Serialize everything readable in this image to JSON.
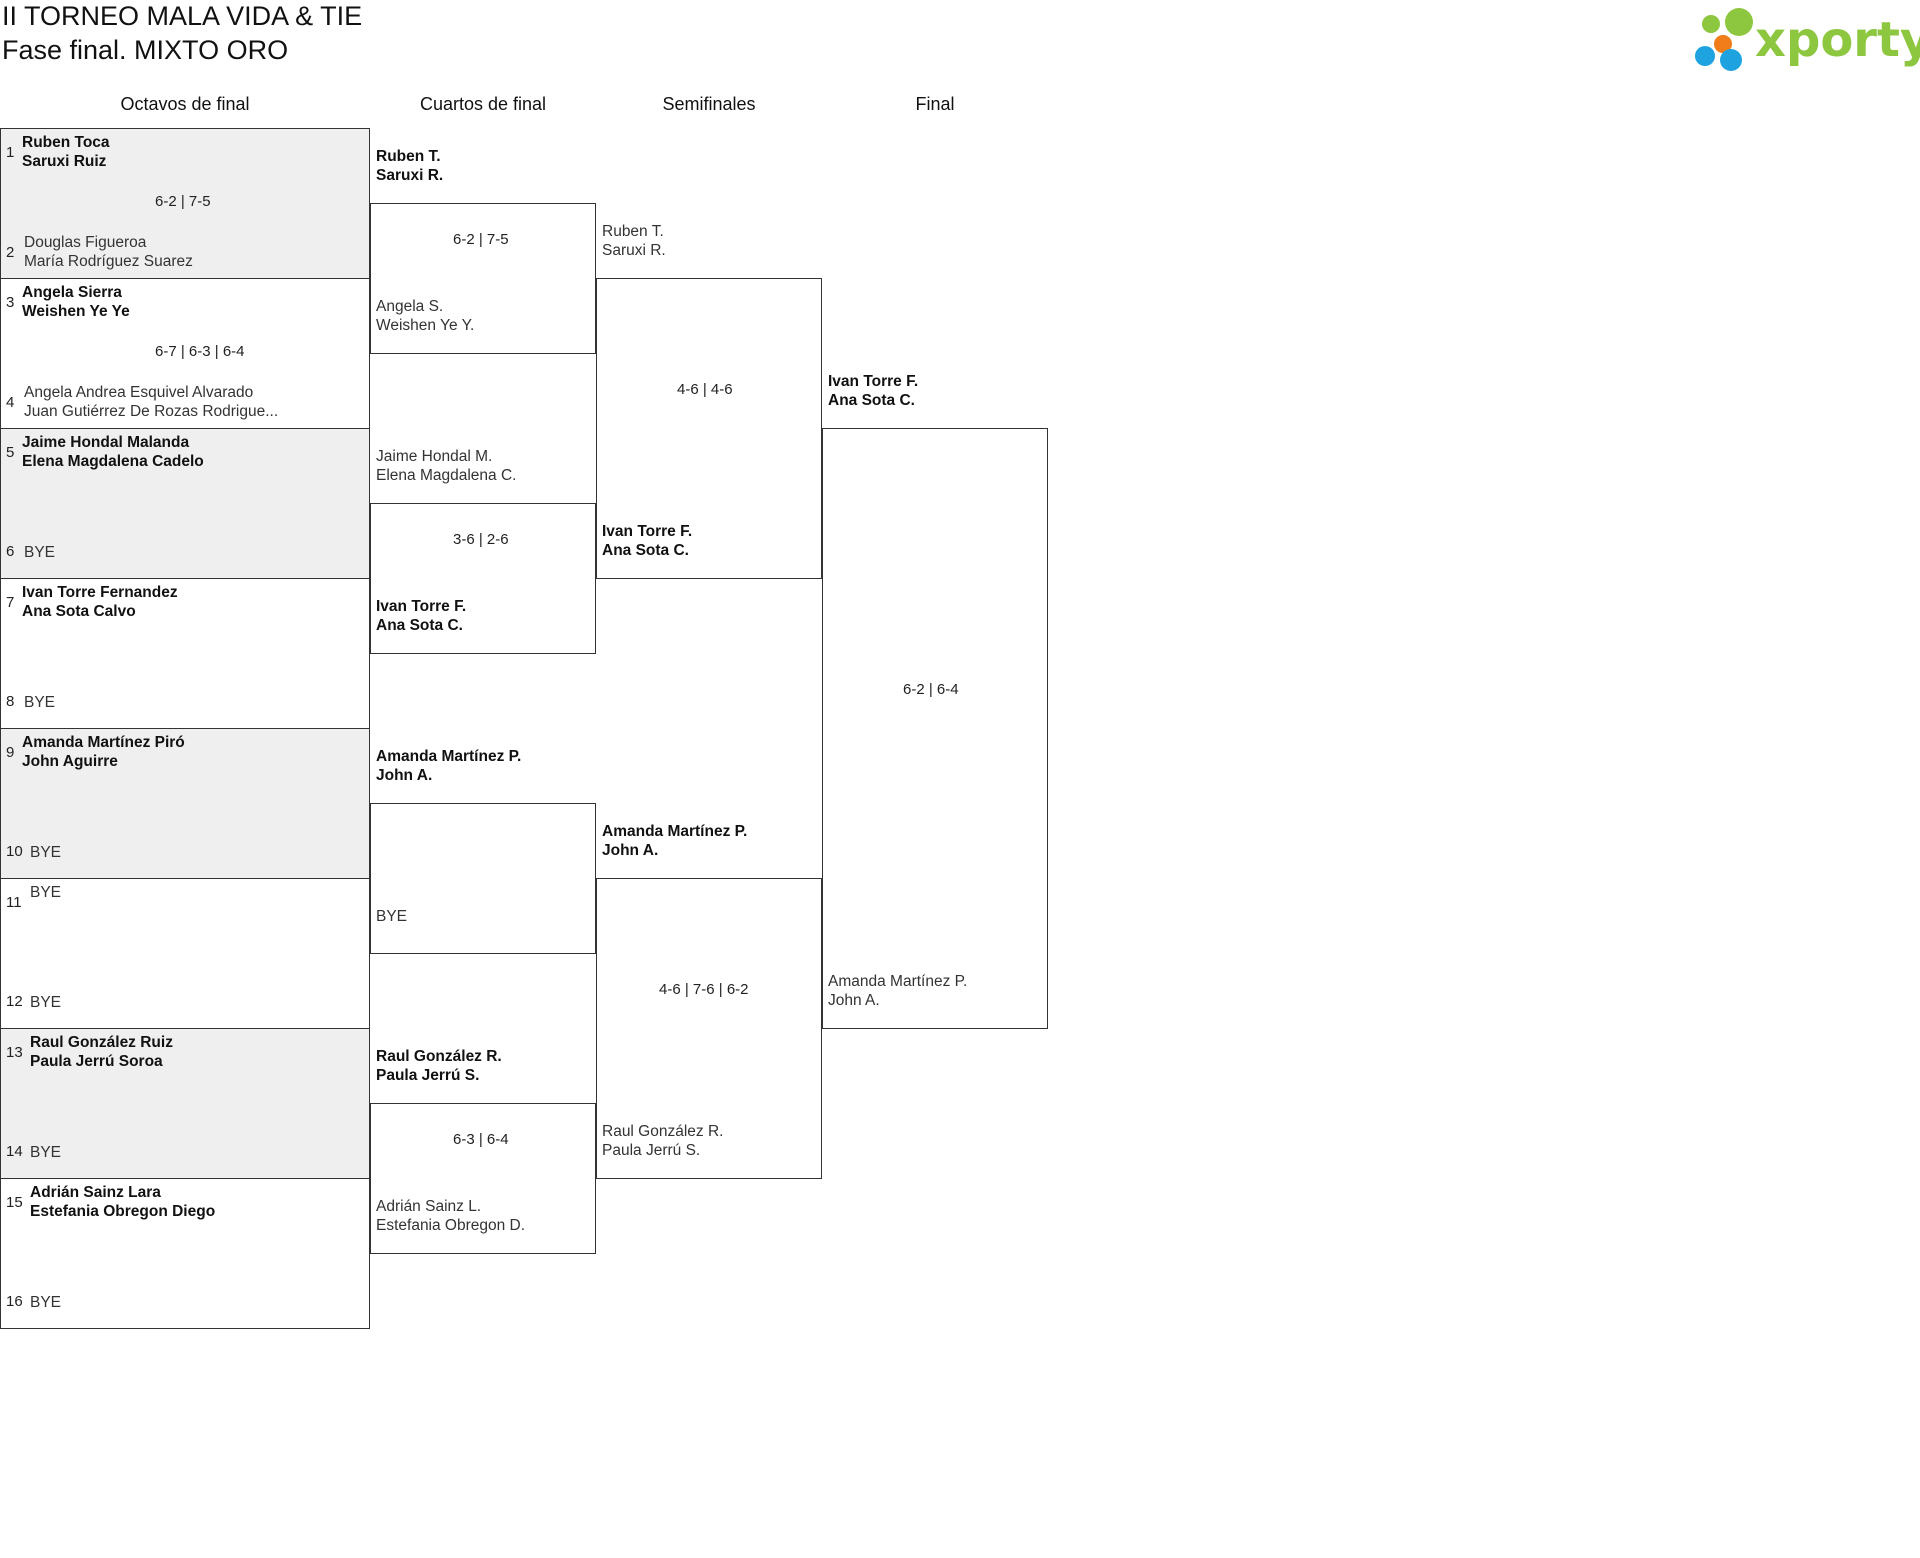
{
  "header": {
    "title": "II TORNEO MALA VIDA & TIE",
    "subtitle": "Fase final. MIXTO ORO"
  },
  "logo": {
    "text": "xporty",
    "colors": {
      "green": "#8dc63f",
      "blue": "#1fa3e0",
      "orange": "#f07d1a"
    }
  },
  "rounds": [
    "Octavos de final",
    "Cuartos de final",
    "Semifinales",
    "Final"
  ],
  "r16": [
    {
      "seed1": "1",
      "p1a": "Ruben Toca",
      "p1b": "Saruxi Ruiz",
      "seed2": "2",
      "p2a": "Douglas Figueroa",
      "p2b": "María Rodríguez Suarez",
      "score": "6-2 | 7-5"
    },
    {
      "seed1": "3",
      "p1a": "Angela Sierra",
      "p1b": "Weishen Ye Ye",
      "seed2": "4",
      "p2a": "Angela Andrea Esquivel Alvarado",
      "p2b": "Juan Gutiérrez De Rozas Rodrigue...",
      "score": "6-7 | 6-3 | 6-4"
    },
    {
      "seed1": "5",
      "p1a": "Jaime Hondal Malanda",
      "p1b": "Elena Magdalena Cadelo",
      "seed2": "6",
      "p2a": "BYE",
      "p2b": "",
      "score": ""
    },
    {
      "seed1": "7",
      "p1a": "Ivan Torre Fernandez",
      "p1b": "Ana Sota Calvo",
      "seed2": "8",
      "p2a": "BYE",
      "p2b": "",
      "score": ""
    },
    {
      "seed1": "9",
      "p1a": "Amanda Martínez Piró",
      "p1b": "John Aguirre",
      "seed2": "10",
      "p2a": "BYE",
      "p2b": "",
      "score": ""
    },
    {
      "seed1": "11",
      "p1a": "BYE",
      "p1b": "",
      "seed2": "12",
      "p2a": "BYE",
      "p2b": "",
      "score": ""
    },
    {
      "seed1": "13",
      "p1a": "Raul González Ruiz",
      "p1b": "Paula Jerrú Soroa",
      "seed2": "14",
      "p2a": "BYE",
      "p2b": "",
      "score": ""
    },
    {
      "seed1": "15",
      "p1a": "Adrián Sainz Lara",
      "p1b": "Estefania Obregon Diego",
      "seed2": "16",
      "p2a": "BYE",
      "p2b": "",
      "score": ""
    }
  ],
  "qf": [
    {
      "p1a": "Ruben T.",
      "p1b": "Saruxi R.",
      "p2a": "Angela S.",
      "p2b": "Weishen Ye Y.",
      "score": "6-2 | 7-5"
    },
    {
      "p1a": "Jaime Hondal M.",
      "p1b": "Elena Magdalena C.",
      "p2a": "Ivan Torre F.",
      "p2b": "Ana Sota C.",
      "score": "3-6 | 2-6"
    },
    {
      "p1a": "Amanda Martínez P.",
      "p1b": "John A.",
      "p2a": "BYE",
      "p2b": "",
      "score": ""
    },
    {
      "p1a": "Raul González R.",
      "p1b": "Paula Jerrú S.",
      "p2a": "Adrián Sainz L.",
      "p2b": "Estefania Obregon D.",
      "score": "6-3 | 6-4"
    }
  ],
  "sf": [
    {
      "p1a": "Ruben T.",
      "p1b": "Saruxi R.",
      "p2a": "Ivan Torre F.",
      "p2b": "Ana Sota C.",
      "score": "4-6 | 4-6"
    },
    {
      "p1a": "Amanda Martínez P.",
      "p1b": "John A.",
      "p2a": "Raul González R.",
      "p2b": "Paula Jerrú S.",
      "score": "4-6 | 7-6 | 6-2"
    }
  ],
  "final": {
    "p1a": "Ivan Torre F.",
    "p1b": "Ana Sota C.",
    "p2a": "Amanda Martínez P.",
    "p2b": "John A.",
    "score": "6-2 | 6-4"
  }
}
